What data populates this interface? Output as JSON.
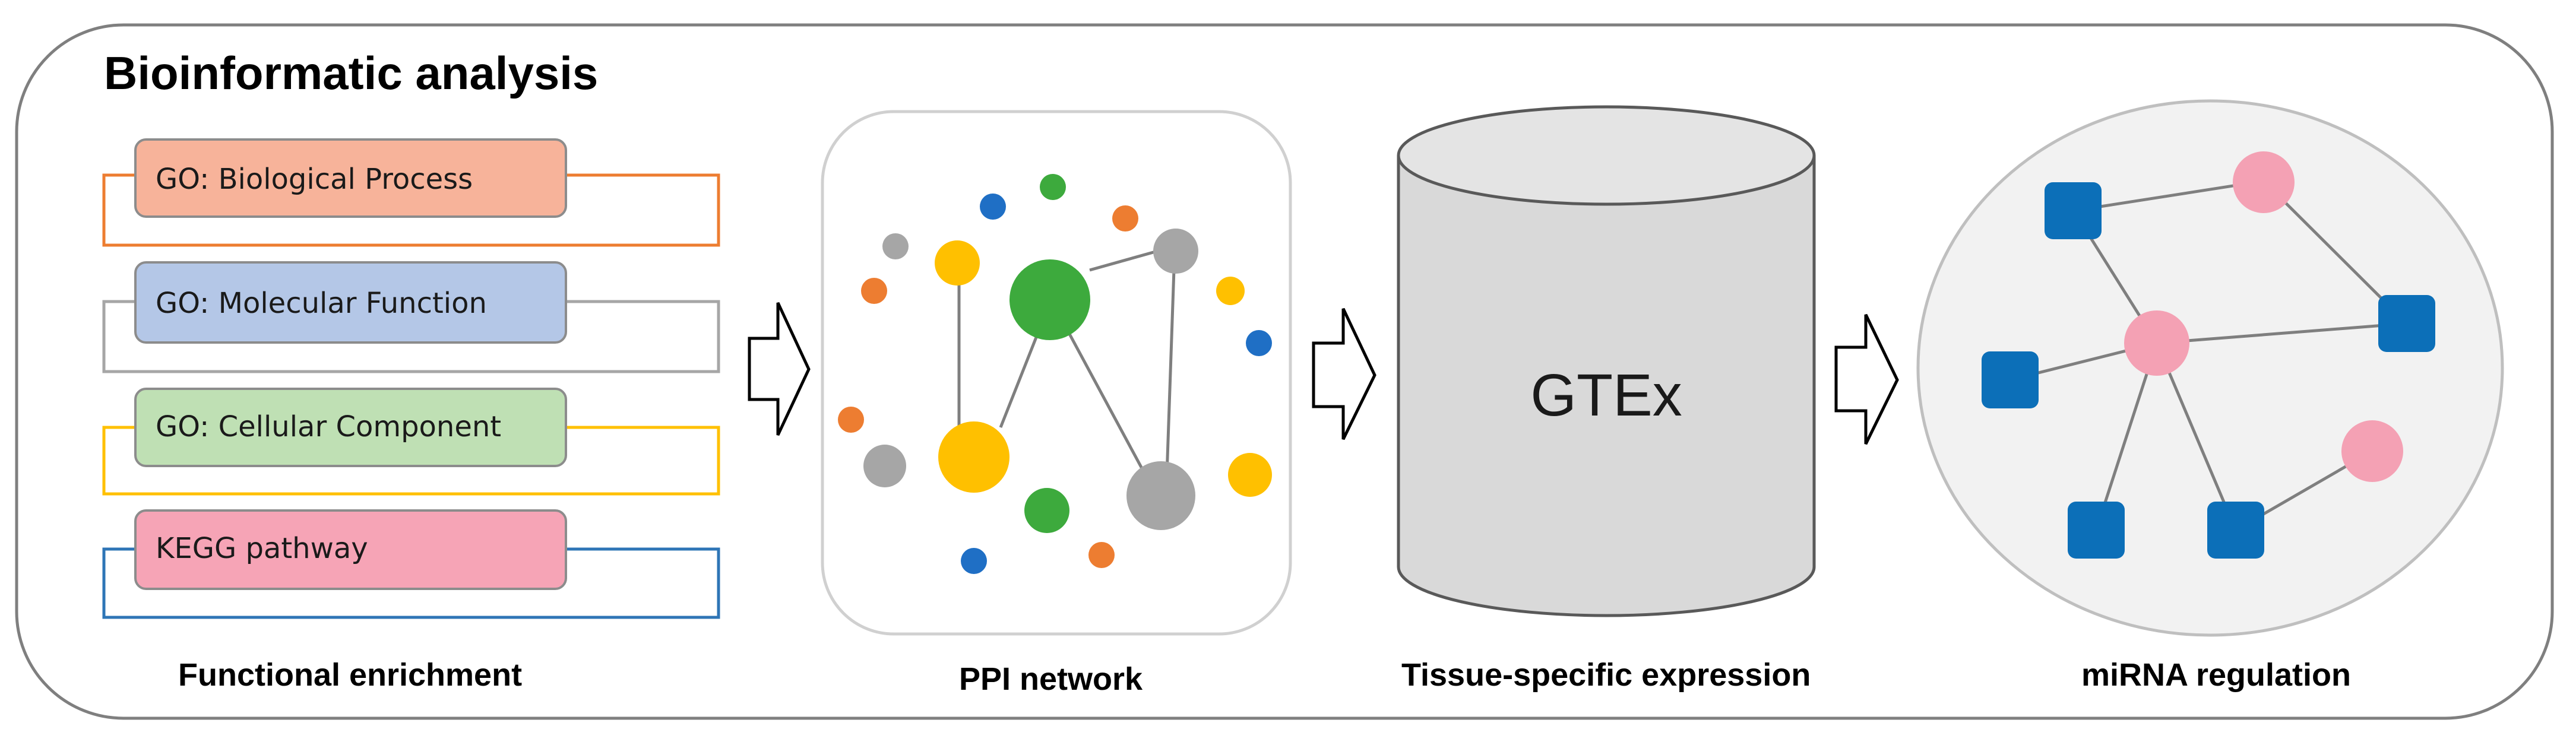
{
  "title": "Bioinformatic analysis",
  "functional_enrichment": {
    "label": "Functional enrichment",
    "items": [
      {
        "label": "GO: Biological Process",
        "fill": "#F7B39A",
        "stroke": "#ED7D31"
      },
      {
        "label": "GO: Molecular Function",
        "fill": "#B4C7E7",
        "stroke": "#A6A6A6"
      },
      {
        "label": "GO: Cellular Component",
        "fill": "#BFE0B4",
        "stroke": "#FFC000"
      },
      {
        "label": "KEGG pathway",
        "fill": "#F6A4B6",
        "stroke": "#2E75B6"
      }
    ]
  },
  "ppi": {
    "label": "PPI network"
  },
  "tissue": {
    "label": "Tissue-specific expression",
    "cylinder_text": "GTEx"
  },
  "mirna": {
    "label": "miRNA regulation"
  },
  "colors": {
    "green": "#3DAA3D",
    "yellow": "#FFC000",
    "gray": "#A6A6A6",
    "orange": "#ED7D31",
    "blue": "#1F6FC5",
    "pink": "#F4A1B4",
    "square_blue": "#0C6FB8",
    "outline": "#595959"
  }
}
